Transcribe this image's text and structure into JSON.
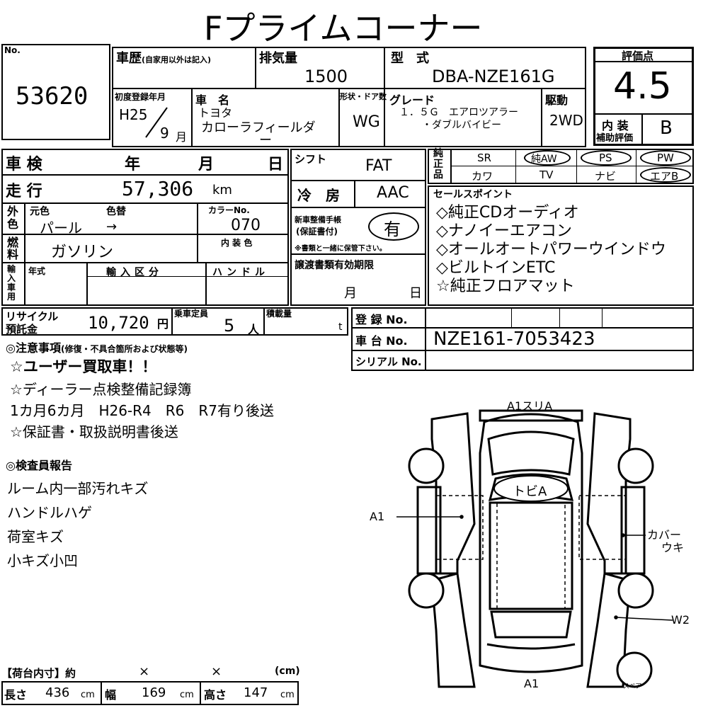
{
  "title": "Fプライムコーナー",
  "no_label": "No.",
  "no_value": "53620",
  "history_label": "車歴",
  "history_note": "(自家用以外は記入)",
  "displacement_label": "排気量",
  "displacement_value": "1500",
  "model_label": "型　式",
  "model_value": "DBA-NZE161G",
  "rating_label": "評価点",
  "rating_value": "4.5",
  "interior_label_1": "内 装",
  "interior_label_2": "補助評価",
  "interior_value": "B",
  "first_reg_label": "初度登録年月",
  "first_reg_year": "H25",
  "first_reg_month": "9",
  "month_unit": "月",
  "car_name_label": "車　名",
  "maker": "トヨタ",
  "car_name": "カローラフィールダ",
  "car_name_2": "ー",
  "body_label": "形状・ドア数",
  "body_value": "WG",
  "grade_label": "グレード",
  "grade_line1": "１．５Ｇ　エアロツアラー",
  "grade_line2": "・ダブルバイビー",
  "drive_label": "駆動",
  "drive_value": "2WD",
  "shaken_label": "車 検",
  "year_unit": "年",
  "month_unit2": "月",
  "day_unit": "日",
  "shift_label": "シフト",
  "shift_value": "FAT",
  "mileage_label": "走 行",
  "mileage_value": "57,306",
  "mileage_unit": "km",
  "ac_label": "冷　房",
  "ac_value": "AAC",
  "color_side": "外色",
  "orig_color_label": "元色",
  "color_change_label": "色替",
  "orig_color_value": "パール",
  "arrow": "→",
  "color_no_label": "カラーNo.",
  "color_no_value": "070",
  "fuel_label": "燃料",
  "fuel_value": "ガソリン",
  "interior_color_label": "内 装 色",
  "new_car_label_1": "新車整備手帳",
  "new_car_label_2": "(保証書付)",
  "new_car_value": "有",
  "new_car_note": "※書類と一緒に保管下さい。",
  "import_label": "輸入車用",
  "nenshiki_label": "年式",
  "import_class_label": "輸入区分",
  "handle_label": "ハンドル",
  "transfer_label": "譲渡書類有効期限",
  "transfer_month": "月",
  "transfer_day": "日",
  "equip": {
    "junsei_label": "純正品",
    "sr": "SR",
    "junaw": "純AW",
    "ps": "PS",
    "pw": "PW",
    "kawa": "カワ",
    "tv": "TV",
    "navi": "ナビ",
    "airbag": "エアB"
  },
  "sales_label": "セールスポイント",
  "sales_points": [
    "◇純正CDオーディオ",
    "◇ナノイーエアコン",
    "◇オールオートパワーウインドウ",
    "◇ビルトインETC",
    "☆純正フロアマット"
  ],
  "recycle_label_1": "リサイクル",
  "recycle_label_2": "預託金",
  "recycle_value": "10,720",
  "yen": "円",
  "capacity_label": "乗車定員",
  "capacity_value": "5",
  "capacity_unit": "人",
  "load_label": "積載量",
  "load_unit": "t",
  "reg_no_label": "登 録 No.",
  "chassis_label": "車 台 No.",
  "chassis_value": "NZE161-7053423",
  "serial_label": "シリアル No.",
  "notes_label": "◎注意事項",
  "notes_sub": "(修復・不具合箇所および状態等)",
  "notes": [
    "☆ユーザー買取車！！",
    "☆ディーラー点検整備記録簿",
    "1カ月6カ月　H26-R4　R6　R7有り後送",
    "☆保証書・取扱説明書後送"
  ],
  "inspector_label": "◎検査員報告",
  "inspector_notes": [
    "ルーム内一部汚れキズ",
    "ハンドルハゲ",
    "荷室キズ",
    "小キズ小凹"
  ],
  "diagram": {
    "a1_sulia": "A1スリA",
    "tobi_a": "トビA",
    "a1_left": "A1",
    "cover_1": "カバー",
    "cover_2": "ウキ",
    "w2": "W2",
    "a1_bottom": "A1",
    "spare": "スペア"
  },
  "cargo_label": "【荷台内寸】約",
  "cargo_x1": "×",
  "cargo_x2": "×",
  "cargo_cm": "(cm)",
  "length_label": "長さ",
  "length_value": "436",
  "width_label": "幅",
  "width_value": "169",
  "height_label": "高さ",
  "height_value": "147",
  "cm": "cm"
}
